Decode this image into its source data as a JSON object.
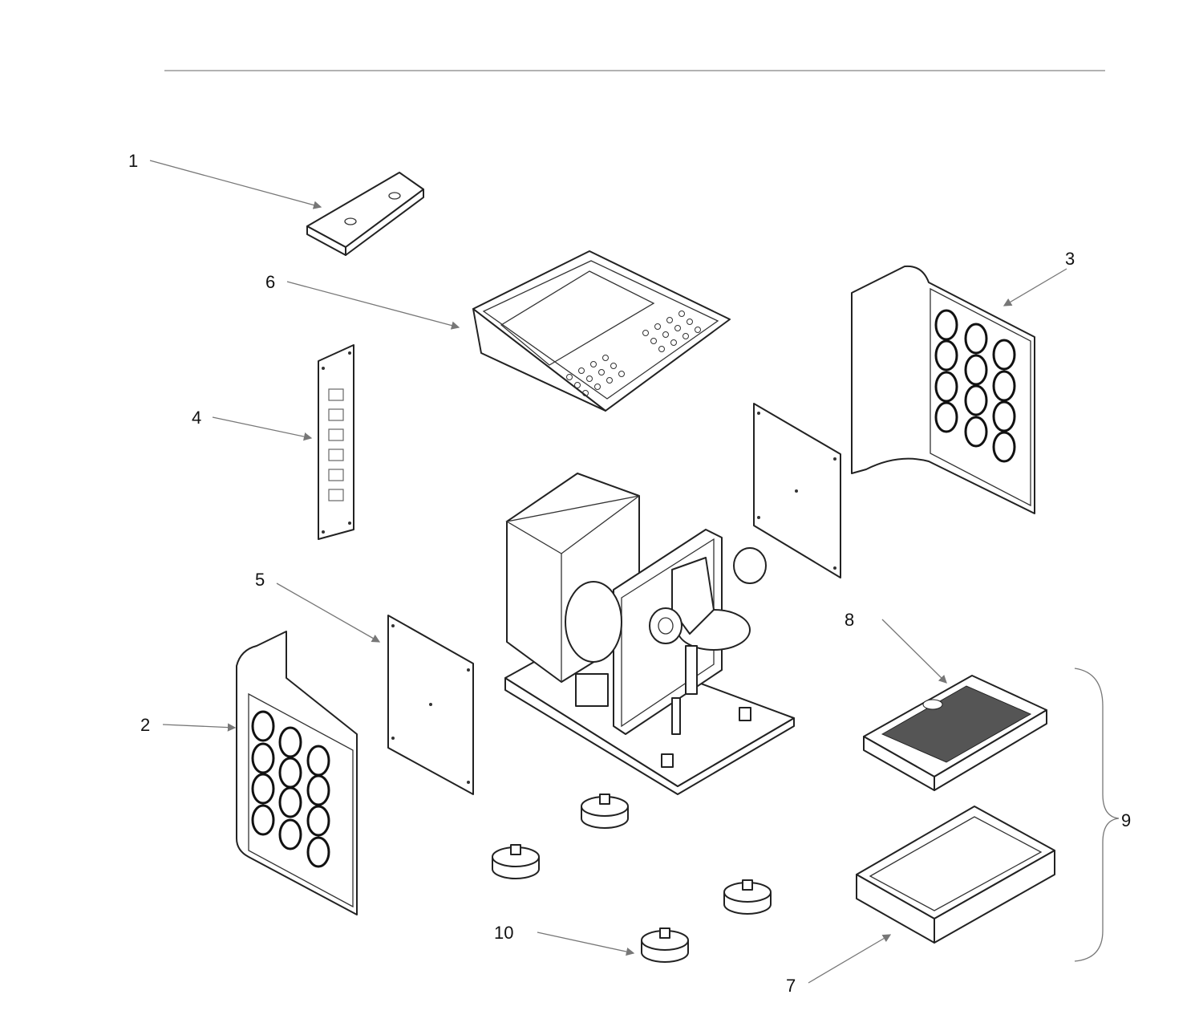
{
  "diagram": {
    "type": "exploded-parts-view",
    "callouts": [
      "1",
      "2",
      "3",
      "4",
      "5",
      "6",
      "7",
      "8",
      "9",
      "10"
    ]
  }
}
